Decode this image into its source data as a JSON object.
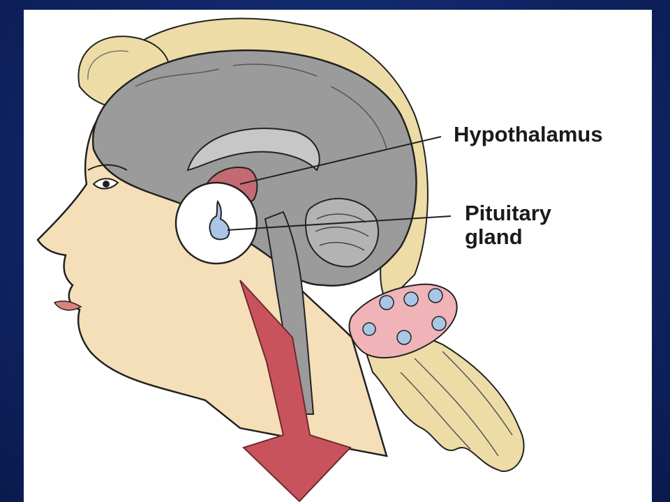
{
  "labels": {
    "hypothalamus": "Hypothalamus",
    "pituitary_line1": "Pituitary",
    "pituitary_line2": "gland"
  },
  "colors": {
    "background": "#102667",
    "panel": "#ffffff",
    "skin": "#f5dfb8",
    "hair": "#eedca6",
    "brain": "#9b9b9b",
    "hypothalamus": "#c46a73",
    "pituitary": "#a9c6e6",
    "arrow": "#c9535d",
    "scrunchie": "#efb3b8",
    "outline": "#222222"
  },
  "icons": {
    "arrow": "down-arrow-icon"
  }
}
